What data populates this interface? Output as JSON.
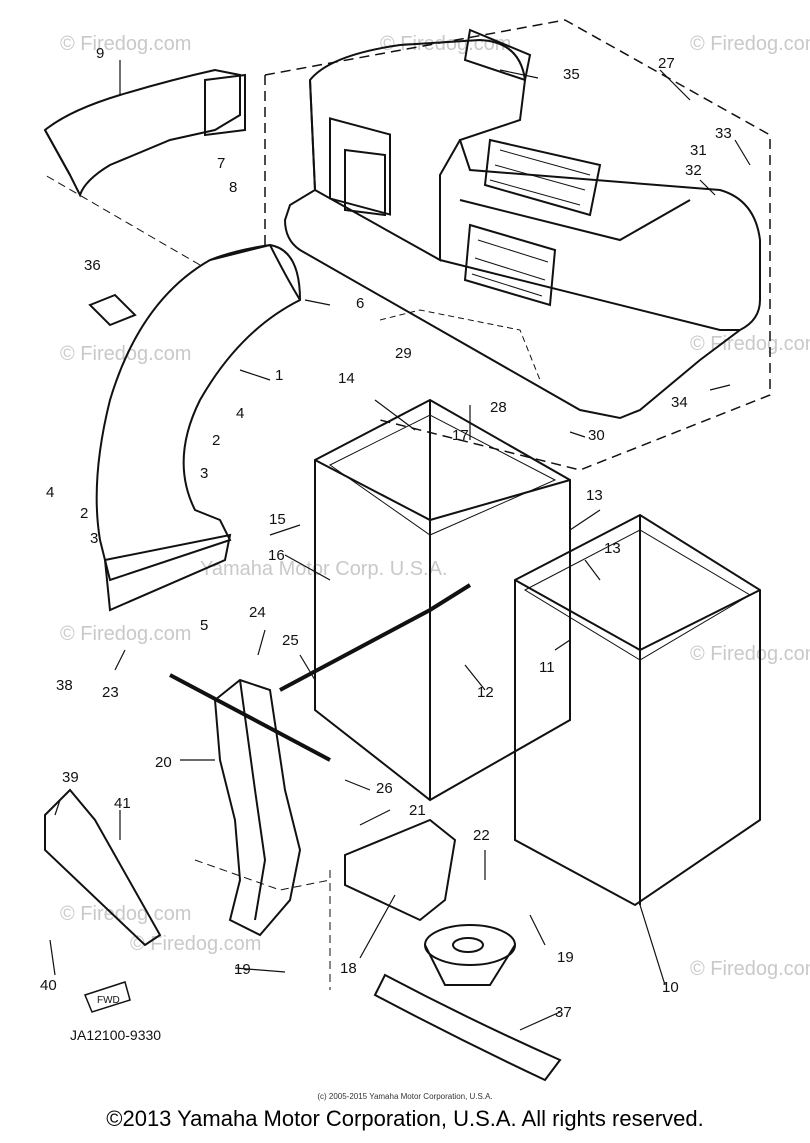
{
  "watermark": "© Firedog.com",
  "watermark_secondary": "Yamaha Motor Corp. U.S.A.",
  "part_number": "JA12100-9330",
  "fwd_label": "FWD",
  "callouts": [
    "1",
    "2",
    "3",
    "4",
    "5",
    "6",
    "7",
    "8",
    "9",
    "10",
    "11",
    "12",
    "13",
    "14",
    "15",
    "16",
    "17",
    "19",
    "20",
    "21",
    "22",
    "23",
    "24",
    "25",
    "26",
    "27",
    "28",
    "29",
    "30",
    "31",
    "32",
    "33",
    "34",
    "35",
    "36",
    "37",
    "38",
    "39",
    "40",
    "41",
    "18"
  ],
  "small_copyright": "(c) 2005-2015 Yamaha Motor Corporation, U.S.A.",
  "copyright": "©2013 Yamaha Motor Corporation, U.S.A. All rights reserved."
}
